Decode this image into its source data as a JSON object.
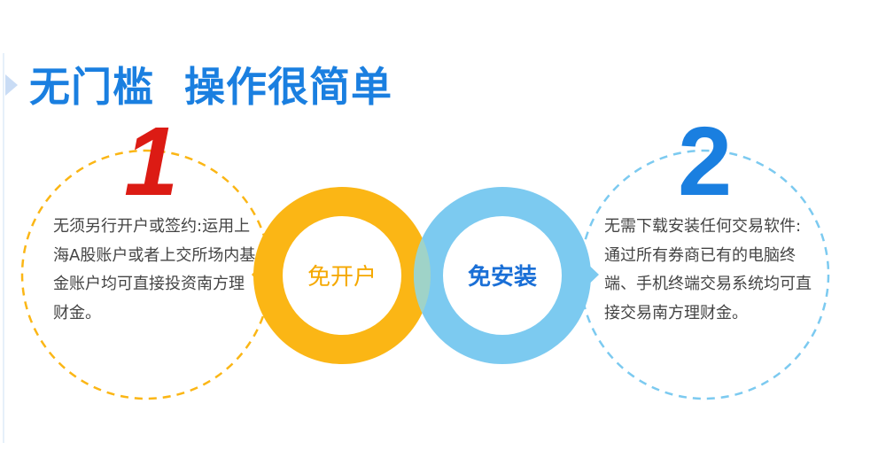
{
  "title": "无门槛  操作很简单",
  "features": [
    {
      "number": "1",
      "label": "免开户",
      "description": "无须另行开户或签约:运用上海A股账户或者上交所场内基金账户均可直接投资南方理财金。"
    },
    {
      "number": "2",
      "label": "免安装",
      "description": "无需下载安装任何交易软件:通过所有券商已有的电脑终端、手机终端交易系统均可直接交易南方理财金。"
    }
  ],
  "colors": {
    "title": "#1a7fe0",
    "orange": "#fbb615",
    "blue": "#7ccaf0",
    "overlap": "#9fd3c8",
    "red": "#dc1b14"
  }
}
